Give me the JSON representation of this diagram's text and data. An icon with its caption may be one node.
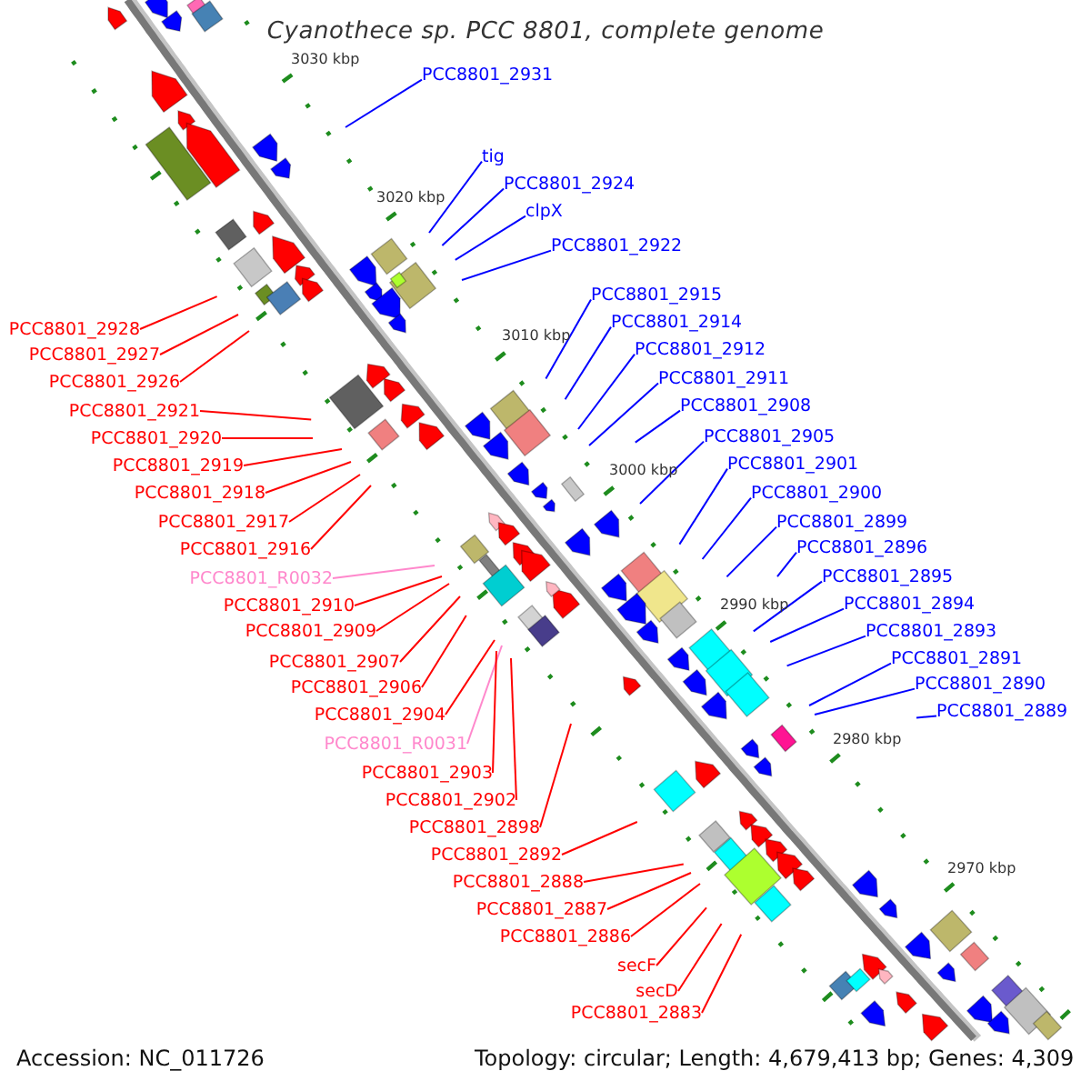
{
  "diagram": {
    "title": "Cyanothece sp. PCC 8801, complete genome",
    "nodes": [
      {
        "text": [
          "PCC8801_2931"
        ]
      },
      {
        "text": [
          "tig"
        ]
      },
      {
        "text": [
          "PCC8801_2924"
        ]
      },
      {
        "text": [
          "clpX"
        ]
      },
      {
        "text": [
          "PCC8801_2922"
        ]
      },
      {
        "text": [
          "PCC8801_2915"
        ]
      },
      {
        "text": [
          "PCC8801_2914"
        ]
      },
      {
        "text": [
          "PCC8801_2928"
        ]
      },
      {
        "text": [
          "PCC8801_2912"
        ]
      },
      {
        "text": [
          "PCC8801_2927"
        ]
      },
      {
        "text": [
          "PCC8801_2911"
        ]
      },
      {
        "text": [
          "PCC8801_2926"
        ]
      },
      {
        "text": [
          "PCC8801_2908"
        ]
      },
      {
        "text": [
          "PCC8801_2921"
        ]
      },
      {
        "text": [
          "PCC8801_2920"
        ]
      },
      {
        "text": [
          "PCC8801_2905"
        ]
      },
      {
        "text": [
          "PCC8801_2919"
        ]
      },
      {
        "text": [
          "PCC8801_2901"
        ]
      },
      {
        "text": [
          "PCC8801_2918"
        ]
      },
      {
        "text": [
          "PCC8801_2900"
        ]
      },
      {
        "text": [
          "PCC8801_2917"
        ]
      },
      {
        "text": [
          "PCC8801_2899"
        ]
      },
      {
        "text": [
          "PCC8801_2916"
        ]
      },
      {
        "text": [
          "PCC8801_2896"
        ]
      },
      {
        "text": [
          "PCC8801_R0032"
        ]
      },
      {
        "text": [
          "PCC8801_2895"
        ]
      },
      {
        "text": [
          "PCC8801_2910"
        ]
      },
      {
        "text": [
          "PCC8801_2894"
        ]
      },
      {
        "text": [
          "PCC8801_2909"
        ]
      },
      {
        "text": [
          "PCC8801_2893"
        ]
      },
      {
        "text": [
          "PCC8801_2907"
        ]
      },
      {
        "text": [
          "PCC8801_2891"
        ]
      },
      {
        "text": [
          "PCC8801_2906"
        ]
      },
      {
        "text": [
          "PCC8801_2890"
        ]
      },
      {
        "text": [
          "PCC8801_2904"
        ]
      },
      {
        "text": [
          "PCC8801_2889"
        ]
      },
      {
        "text": [
          "PCC8801_R0031"
        ]
      },
      {
        "text": [
          "PCC8801_2903"
        ]
      },
      {
        "text": [
          "PCC8801_2902"
        ]
      },
      {
        "text": [
          "PCC8801_2898"
        ]
      },
      {
        "text": [
          "PCC8801_2892"
        ]
      },
      {
        "text": [
          "PCC8801_2888"
        ]
      },
      {
        "text": [
          "PCC8801_2887"
        ]
      },
      {
        "text": [
          "PCC8801_2886"
        ]
      },
      {
        "text": [
          "secF"
        ]
      },
      {
        "text": [
          "secD"
        ]
      },
      {
        "text": [
          "PCC8801_2883"
        ]
      }
    ],
    "edges": [
      {
        "from": 0,
        "to": null,
        "arrow": "none",
        "color": "#0000ff"
      },
      {
        "from": 1,
        "to": null,
        "arrow": "none",
        "color": "#0000ff"
      },
      {
        "from": 2,
        "to": null,
        "arrow": "none",
        "color": "#0000ff"
      },
      {
        "from": 3,
        "to": null,
        "arrow": "none",
        "color": "#0000ff"
      },
      {
        "from": 4,
        "to": null,
        "arrow": "none",
        "color": "#0000ff"
      },
      {
        "from": 5,
        "to": null,
        "arrow": "none",
        "color": "#0000ff"
      },
      {
        "from": 6,
        "to": null,
        "arrow": "none",
        "color": "#0000ff"
      },
      {
        "from": 7,
        "to": null,
        "arrow": "none"
      },
      {
        "from": 8,
        "to": null,
        "arrow": "none",
        "color": "#0000ff"
      },
      {
        "from": 9,
        "to": null,
        "arrow": "none"
      },
      {
        "from": 10,
        "to": null,
        "arrow": "none",
        "color": "#0000ff"
      },
      {
        "from": 11,
        "to": null,
        "arrow": "none"
      },
      {
        "from": 12,
        "to": null,
        "arrow": "none",
        "color": "#0000ff"
      },
      {
        "from": 13,
        "to": null,
        "arrow": "none"
      },
      {
        "from": 14,
        "to": null,
        "arrow": "none"
      },
      {
        "from": 15,
        "to": null,
        "arrow": "none",
        "color": "#0000ff"
      },
      {
        "from": 16,
        "to": null,
        "arrow": "none"
      },
      {
        "from": 17,
        "to": null,
        "arrow": "none",
        "color": "#0000ff"
      },
      {
        "from": 18,
        "to": null,
        "arrow": "none"
      },
      {
        "from": 19,
        "to": null,
        "arrow": "none",
        "color": "#0000ff"
      },
      {
        "from": 20,
        "to": null,
        "arrow": "none"
      },
      {
        "from": 21,
        "to": null,
        "arrow": "none",
        "color": "#0000ff"
      },
      {
        "from": 22,
        "to": null,
        "arrow": "none"
      },
      {
        "from": 23,
        "to": null,
        "arrow": "none",
        "color": "#0000ff"
      },
      {
        "from": 24,
        "to": null,
        "arrow": "none",
        "color": "#ff88cc"
      },
      {
        "from": 25,
        "to": null,
        "arrow": "none",
        "color": "#0000ff"
      },
      {
        "from": 26,
        "to": null,
        "arrow": "none"
      },
      {
        "from": 27,
        "to": null,
        "arrow": "none",
        "color": "#0000ff"
      },
      {
        "from": 28,
        "to": null,
        "arrow": "none"
      },
      {
        "from": 29,
        "to": null,
        "arrow": "none",
        "color": "#0000ff"
      },
      {
        "from": 30,
        "to": null,
        "arrow": "none"
      },
      {
        "from": 31,
        "to": null,
        "arrow": "none",
        "color": "#0000ff"
      },
      {
        "from": 32,
        "to": null,
        "arrow": "none"
      },
      {
        "from": 33,
        "to": null,
        "arrow": "none",
        "color": "#0000ff"
      },
      {
        "from": 34,
        "to": null,
        "arrow": "none"
      },
      {
        "from": 35,
        "to": null,
        "arrow": "none",
        "color": "#0000ff"
      },
      {
        "from": 36,
        "to": null,
        "arrow": "none",
        "color": "#ff88cc"
      },
      {
        "from": 37,
        "to": null,
        "arrow": "none"
      },
      {
        "from": 38,
        "to": null,
        "arrow": "none"
      },
      {
        "from": 39,
        "to": null,
        "arrow": "none"
      },
      {
        "from": 40,
        "to": null,
        "arrow": "none"
      },
      {
        "from": 41,
        "to": null,
        "arrow": "none"
      },
      {
        "from": 42,
        "to": null,
        "arrow": "none"
      },
      {
        "from": 43,
        "to": null,
        "arrow": "none"
      },
      {
        "from": 44,
        "to": null,
        "arrow": "none"
      },
      {
        "from": 45,
        "to": null,
        "arrow": "none"
      },
      {
        "from": 46,
        "to": null,
        "arrow": "none"
      }
    ],
    "labels": [
      "3030 kbp",
      "3020 kbp",
      "3010 kbp",
      "3000 kbp",
      "2990 kbp",
      "2980 kbp",
      "2970 kbp",
      "Accession: NC_011726",
      "Topology: circular; Length: 4,679,413 bp; Genes: 4,309"
    ]
  }
}
